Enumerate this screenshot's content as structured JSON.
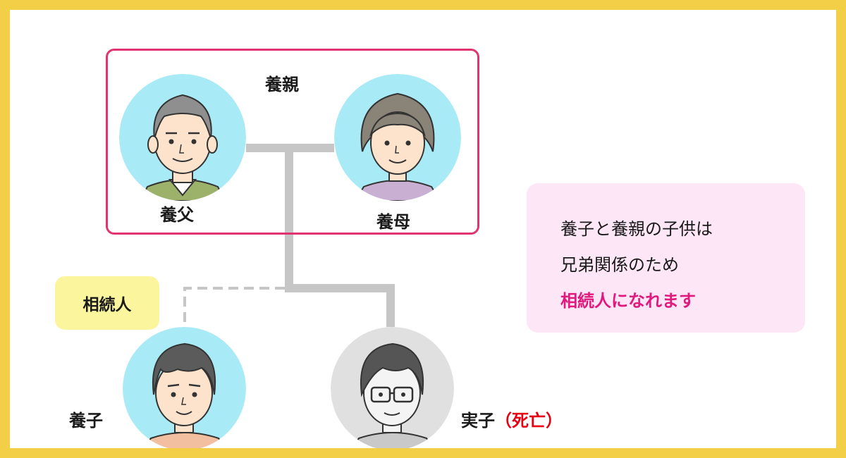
{
  "parents_label": "養親",
  "adoptive_father_label": "養父",
  "adoptive_mother_label": "養母",
  "heir_badge": "相続人",
  "adopted_child_label": "養子",
  "biological_child_label": "実子",
  "deceased_note": "（死亡）",
  "explanation": {
    "line1": "養子と養親の子供は",
    "line2": "兄弟関係のため",
    "line3": "相続人になれます"
  },
  "colors": {
    "frame": "#f2cf47",
    "parents_box_border": "#e0336f",
    "highlight": "#e0197d",
    "deceased": "#e60012",
    "living_circle": "#a8eaf5",
    "deceased_circle": "#e0e0e0",
    "badge": "#fbf59e",
    "note_bg": "#fde6f5",
    "connector": "#c6c6c6"
  },
  "icons": [
    "grandfather-avatar-icon",
    "grandmother-avatar-icon",
    "adopted-son-avatar-icon",
    "deceased-son-avatar-icon"
  ]
}
